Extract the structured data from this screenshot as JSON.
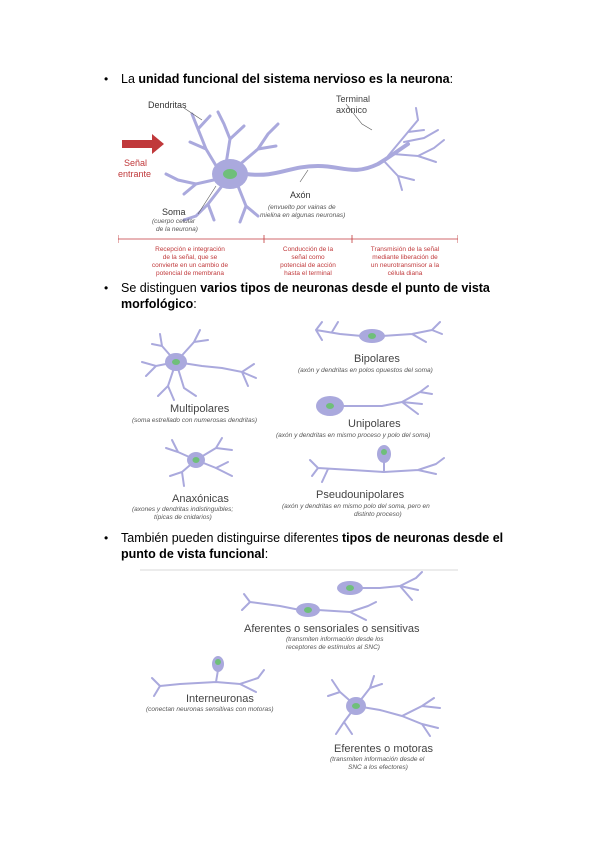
{
  "bullets": [
    {
      "pre": "La ",
      "bold": "unidad funcional del sistema nervioso es la neurona",
      "post": ":",
      "line2_bold": "",
      "line2_post": ""
    },
    {
      "pre": "Se distinguen ",
      "bold": "varios tipos de neuronas desde el punto de vista",
      "post": "",
      "line2_bold": "morfológico",
      "line2_post": ":"
    },
    {
      "pre": "También pueden distinguirse diferentes ",
      "bold": "tipos de neuronas desde el",
      "post": "",
      "line2_bold": "punto de vista funcional",
      "line2_post": ":"
    }
  ],
  "fig1": {
    "dendritas": "Dendritas",
    "terminal_1": "Terminal",
    "terminal_2": "axónico",
    "senal_1": "Señal",
    "senal_2": "entrante",
    "axon": "Axón",
    "axon_sub_1": "(envuelto por vainas de",
    "axon_sub_2": "mielina en algunas neuronas)",
    "soma": "Soma",
    "soma_sub_1": "(cuerpo celular",
    "soma_sub_2": "de la neurona)",
    "col1": [
      "Recepción e integración",
      "de la señal, que se",
      "convierte en un cambio de",
      "potencial de membrana"
    ],
    "col2": [
      "Conducción de la",
      "señal como",
      "potencial de acción",
      "hasta el terminal"
    ],
    "col3": [
      "Transmisión de la señal",
      "mediante liberación de",
      "un neurotransmisor a la",
      "célula diana"
    ],
    "neuron_color": "#aaa9dd",
    "nucleus_color": "#6fbf7a",
    "accent_red": "#c0393b"
  },
  "fig2": {
    "bipolares": "Bipolares",
    "bipolares_sub": "(axón y dendritas en polos opuestos del soma)",
    "multipolares": "Multipolares",
    "multipolares_sub": "(soma estrellado con numerosas dendritas)",
    "unipolares": "Unipolares",
    "unipolares_sub": "(axón y dendritas en mismo proceso y polo del soma)",
    "anaxonicas": "Anaxónicas",
    "anaxonicas_sub_1": "(axones y dendritas indistinguibles;",
    "anaxonicas_sub_2": "típicas de cnidarios)",
    "pseudo": "Pseudounipolares",
    "pseudo_sub_1": "(axón y dendritas en mismo polo del soma, pero en",
    "pseudo_sub_2": "distinto proceso)"
  },
  "fig3": {
    "aferentes": "Aferentes o sensoriales o sensitivas",
    "aferentes_sub_1": "(transmiten información desde los",
    "aferentes_sub_2": "receptores de estímulos al SNC)",
    "inter": "Interneuronas",
    "inter_sub": "(conectan neuronas sensitivas con motoras)",
    "eferentes": "Eferentes o motoras",
    "eferentes_sub_1": "(transmiten información desde el",
    "eferentes_sub_2": "SNC a los efectores)"
  }
}
